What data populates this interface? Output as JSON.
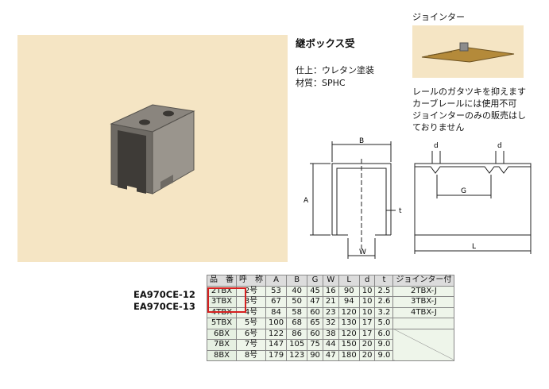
{
  "product": {
    "name": "継ボックス受",
    "finish": "仕上：ウレタン塗装",
    "material": "材質：SPHC"
  },
  "jointer": {
    "label": "ジョインター",
    "notes": [
      "レールのガタツキを抑えます",
      "カーブレールには使用不可",
      "ジョインターのみの販売はし",
      "ておりません"
    ]
  },
  "drawing": {
    "labels": {
      "b": "B",
      "a": "A",
      "t": "t",
      "w": "W",
      "d": "d",
      "g": "G",
      "l": "L"
    }
  },
  "codes": [
    "EA970CE-12",
    "EA970CE-13"
  ],
  "table": {
    "headers": [
      "品　番",
      "呼　称",
      "A",
      "B",
      "G",
      "W",
      "L",
      "d",
      "t",
      "ジョインター付"
    ],
    "rows": [
      [
        "2TBX",
        "2号",
        "53",
        "40",
        "45",
        "16",
        "90",
        "10",
        "2.5",
        "2TBX-J"
      ],
      [
        "3TBX",
        "3号",
        "67",
        "50",
        "47",
        "21",
        "94",
        "10",
        "2.6",
        "3TBX-J"
      ],
      [
        "4TBX",
        "4号",
        "84",
        "58",
        "60",
        "23",
        "120",
        "10",
        "3.2",
        "4TBX-J"
      ],
      [
        "5TBX",
        "5号",
        "100",
        "68",
        "65",
        "32",
        "130",
        "17",
        "5.0",
        ""
      ],
      [
        "6BX",
        "6号",
        "122",
        "86",
        "60",
        "38",
        "120",
        "17",
        "6.0",
        ""
      ],
      [
        "7BX",
        "7号",
        "147",
        "105",
        "75",
        "44",
        "150",
        "20",
        "9.0",
        ""
      ],
      [
        "8BX",
        "8号",
        "179",
        "123",
        "90",
        "47",
        "180",
        "20",
        "9.0",
        ""
      ]
    ]
  },
  "colors": {
    "highlight": "#d62020",
    "photo_bg": "#f5e5c4"
  }
}
